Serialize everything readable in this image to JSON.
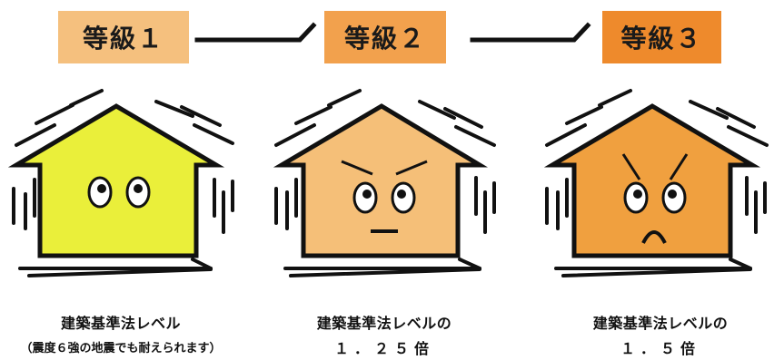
{
  "grades": [
    {
      "label": "等級１",
      "color": "#f5c07e",
      "house_color": "#eaef3a",
      "caption": "建築基準法レベル",
      "sub": "（震度６強の地震でも耐えられます）",
      "multiplier": ""
    },
    {
      "label": "等級２",
      "color": "#f2a14d",
      "house_color": "#f5bf78",
      "caption": "建築基準法レベルの",
      "sub": "",
      "multiplier": "１．２５倍"
    },
    {
      "label": "等級３",
      "color": "#ee8a2c",
      "house_color": "#f0a03f",
      "caption": "建築基準法レベルの",
      "sub": "",
      "multiplier": "１．５倍"
    }
  ]
}
